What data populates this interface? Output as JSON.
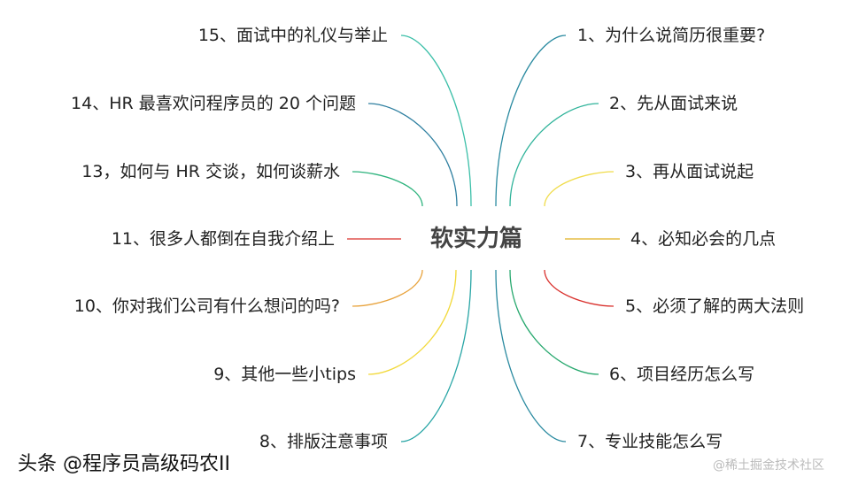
{
  "center_topic": "软实力篇",
  "branches": {
    "right": [
      {
        "label": "1、为什么说简历很重要?",
        "color": "#2a8aa0"
      },
      {
        "label": "2、先从面试来说",
        "color": "#2fb39a"
      },
      {
        "label": "3、再从面试说起",
        "color": "#f0dc4a"
      },
      {
        "label": "4、必知必会的几点",
        "color": "#e0b020"
      },
      {
        "label": "5、必须了解的两大法则",
        "color": "#d9302c"
      },
      {
        "label": "6、项目经历怎么写",
        "color": "#27a86e"
      },
      {
        "label": "7、专业技能怎么写",
        "color": "#2a8aa0"
      }
    ],
    "left": [
      {
        "label": "15、面试中的礼仪与举止",
        "color": "#3bbfa8"
      },
      {
        "label": "14、HR 最喜欢问程序员的 20 个问题",
        "color": "#2e7fa0"
      },
      {
        "label": "13，如何与 HR 交谈，如何谈薪水",
        "color": "#2db37d"
      },
      {
        "label": "11、很多人都倒在自我介绍上",
        "color": "#d9302c"
      },
      {
        "label": "10、你对我们公司有什么想问的吗?",
        "color": "#e8a33d"
      },
      {
        "label": "9、其他一些小tips",
        "color": "#f2d93b"
      },
      {
        "label": "8、排版注意事项",
        "color": "#27a5a5"
      }
    ]
  },
  "watermark": {
    "primary": "头条 @程序员高级码农II",
    "secondary": "@稀土掘金技术社区"
  }
}
